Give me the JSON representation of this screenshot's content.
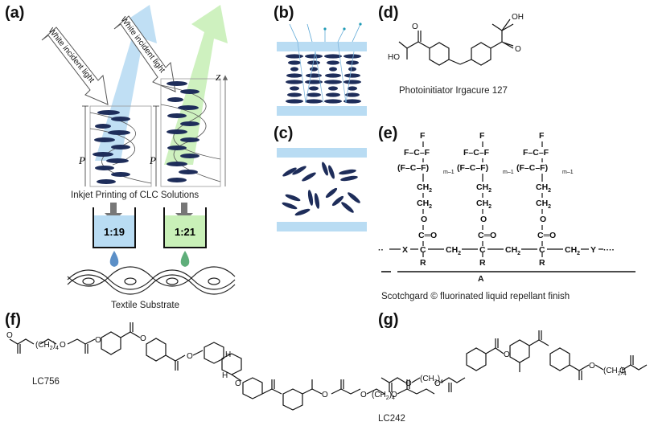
{
  "panels": {
    "a": {
      "label": "(a)",
      "incident_light_left": "White incident light",
      "incident_light_right": "White incident light",
      "pitch_left": "P",
      "pitch_right": "P",
      "axis_z": "Z",
      "printing_caption": "Inkjet Printing of CLC Solutions",
      "ratio_left": "1:19",
      "ratio_right": "1:21",
      "substrate_caption": "Textile Substrate",
      "colors": {
        "blue": "#b9dcf3",
        "green": "#c9f0b8",
        "dark": "#1e2d5a"
      }
    },
    "b": {
      "label": "(b)"
    },
    "c": {
      "label": "(c)"
    },
    "d": {
      "label": "(d)",
      "oh_top": "OH",
      "ho_left": "HO",
      "o_left": "O",
      "o_right": "O",
      "caption": "Photoinitiator Irgacure 127"
    },
    "e": {
      "label": "(e)",
      "f": "F",
      "fcf": "F–C–F",
      "fcf_repeat": "(F–C–F)",
      "m1": "m–1",
      "ch2": "CH",
      "two": "2",
      "o": "O",
      "c_eq_o": "C═O",
      "x": "X",
      "c": "C",
      "y": "Y",
      "r": "R",
      "a": "A",
      "caption": "Scotchgard © fluorinated liquid repellant finish"
    },
    "f": {
      "label": "(f)",
      "name": "LC756",
      "spacer_n": "4",
      "h": "H",
      "o": "O"
    },
    "g": {
      "label": "(g)",
      "name": "LC242",
      "spacer_n": "4",
      "o": "O"
    }
  }
}
